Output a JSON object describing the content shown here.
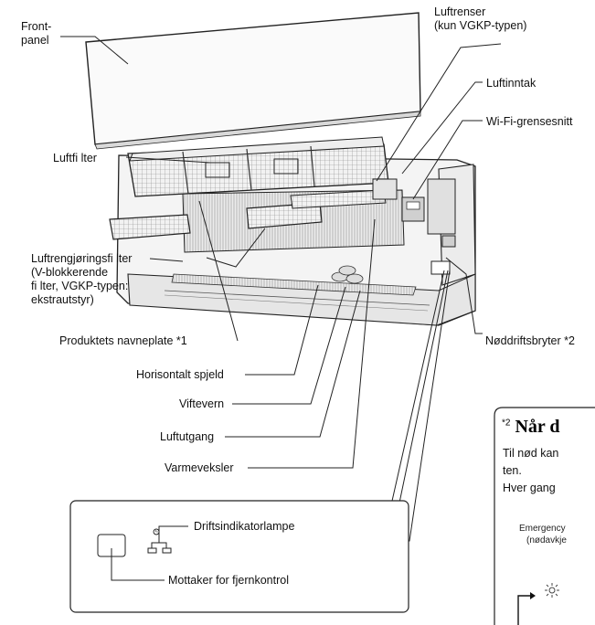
{
  "labels": {
    "front_panel": [
      "Front-",
      "panel"
    ],
    "air_purifier": [
      "Luftrenser",
      "(kun VGKP-typen)"
    ],
    "air_inlet": "Luftinntak",
    "wifi": "Wi-Fi-grensesnitt",
    "air_filter": "Luftfi lter",
    "cleaning_filter": [
      "Luftrengjøringsfi lter",
      "(V-blokkerende",
      "fi lter, VGKP-typen:",
      "ekstrautstyr)"
    ],
    "nameplate": "Produktets navneplate *1",
    "emergency_switch": "Nøddriftsbryter *2",
    "horizontal_flap": "Horisontalt spjeld",
    "fan_guard": "Viftevern",
    "air_outlet": "Luftutgang",
    "heat_exchanger": "Varmeveksler",
    "indicator_lamp": "Driftsindikatorlampe",
    "remote_receiver": "Mottaker for fjernkontrol"
  },
  "note_box": {
    "heading": "Når d",
    "heading_mark": "*2",
    "lines": [
      "Til nød kan",
      "ten.",
      "Hver gang"
    ],
    "emergency": [
      "Emergency",
      "(nødavkje"
    ]
  },
  "colors": {
    "ink": "#111111",
    "line": "#222222"
  },
  "icons": [
    "timer-icon",
    "lamp-icon",
    "sun-icon",
    "arrow-icon"
  ]
}
